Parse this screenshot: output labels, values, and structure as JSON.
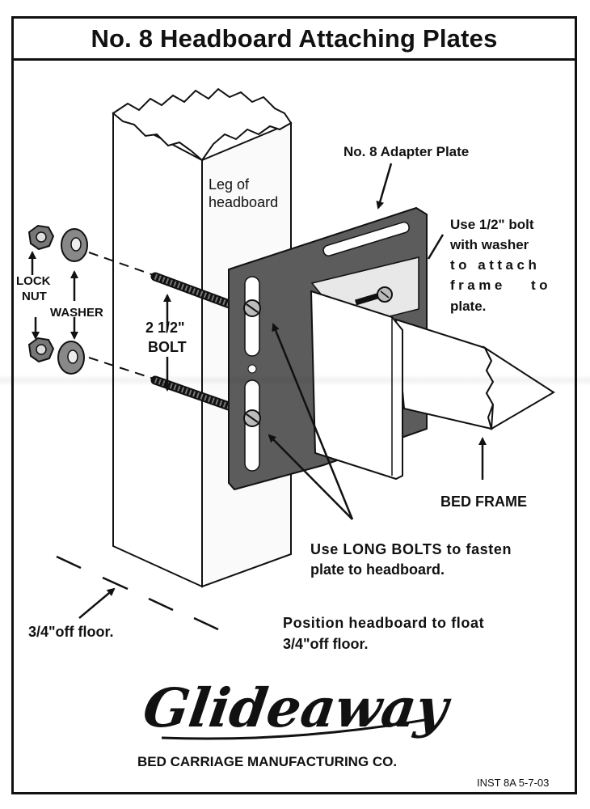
{
  "title": "No. 8 Headboard Attaching Plates",
  "labels": {
    "adapter_plate": "No. 8 Adapter Plate",
    "leg_line1": "Leg of",
    "leg_line2": "headboard",
    "half_bolt_line1": "Use 1/2\" bolt",
    "half_bolt_line2": "with washer",
    "half_bolt_line3": "to attach",
    "half_bolt_line4": "frame to",
    "half_bolt_line5": "plate.",
    "lock": "LOCK",
    "nut": "NUT",
    "washer": "WASHER",
    "bolt_size": "2 1/2\"",
    "bolt": "BOLT",
    "bed_frame": "BED FRAME",
    "long_bolts_line1": "Use LONG BOLTS to fasten",
    "long_bolts_line2": "plate to headboard.",
    "floor_left": "3/4\"off floor.",
    "position_line1": "Position headboard to float",
    "position_line2": "3/4\"off floor."
  },
  "brand": {
    "logo_text": "Glideaway",
    "company": "BED CARRIAGE MANUFACTURING CO."
  },
  "footer": {
    "inst_code": "INST 8A 5-7-03"
  }
}
